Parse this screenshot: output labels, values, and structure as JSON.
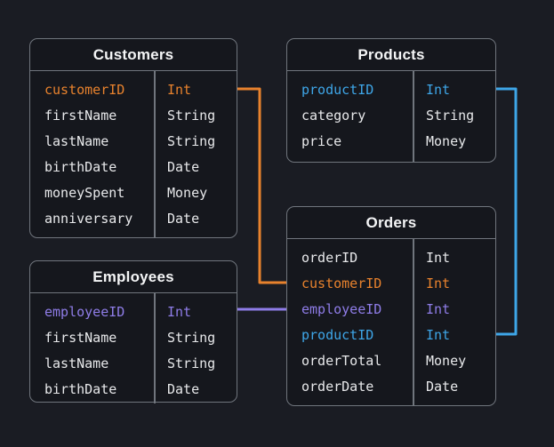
{
  "colors": {
    "bg": "#1a1c23",
    "table-bg": "#15171d",
    "border": "#70757d",
    "text": "#e8e9eb",
    "orange": "#e8822d",
    "blue": "#3ea6e8",
    "purple": "#8f7de8"
  },
  "tables": [
    {
      "title": "Customers",
      "rows": [
        {
          "field": "customerID",
          "type": "Int",
          "accent": "orange"
        },
        {
          "field": "firstName",
          "type": "String",
          "accent": null
        },
        {
          "field": "lastName",
          "type": "String",
          "accent": null
        },
        {
          "field": "birthDate",
          "type": "Date",
          "accent": null
        },
        {
          "field": "moneySpent",
          "type": "Money",
          "accent": null
        },
        {
          "field": "anniversary",
          "type": "Date",
          "accent": null
        }
      ]
    },
    {
      "title": "Products",
      "rows": [
        {
          "field": "productID",
          "type": "Int",
          "accent": "blue"
        },
        {
          "field": "category",
          "type": "String",
          "accent": null
        },
        {
          "field": "price",
          "type": "Money",
          "accent": null
        }
      ]
    },
    {
      "title": "Employees",
      "rows": [
        {
          "field": "employeeID",
          "type": "Int",
          "accent": "purple"
        },
        {
          "field": "firstName",
          "type": "String",
          "accent": null
        },
        {
          "field": "lastName",
          "type": "String",
          "accent": null
        },
        {
          "field": "birthDate",
          "type": "Date",
          "accent": null
        }
      ]
    },
    {
      "title": "Orders",
      "rows": [
        {
          "field": "orderID",
          "type": "Int",
          "accent": null
        },
        {
          "field": "customerID",
          "type": "Int",
          "accent": "orange"
        },
        {
          "field": "employeeID",
          "type": "Int",
          "accent": "purple"
        },
        {
          "field": "productID",
          "type": "Int",
          "accent": "blue"
        },
        {
          "field": "orderTotal",
          "type": "Money",
          "accent": null
        },
        {
          "field": "orderDate",
          "type": "Date",
          "accent": null
        }
      ]
    }
  ],
  "relations": [
    {
      "from": "Customers.customerID",
      "to": "Orders.customerID",
      "color": "orange"
    },
    {
      "from": "Employees.employeeID",
      "to": "Orders.employeeID",
      "color": "purple"
    },
    {
      "from": "Products.productID",
      "to": "Orders.productID",
      "color": "blue"
    }
  ]
}
